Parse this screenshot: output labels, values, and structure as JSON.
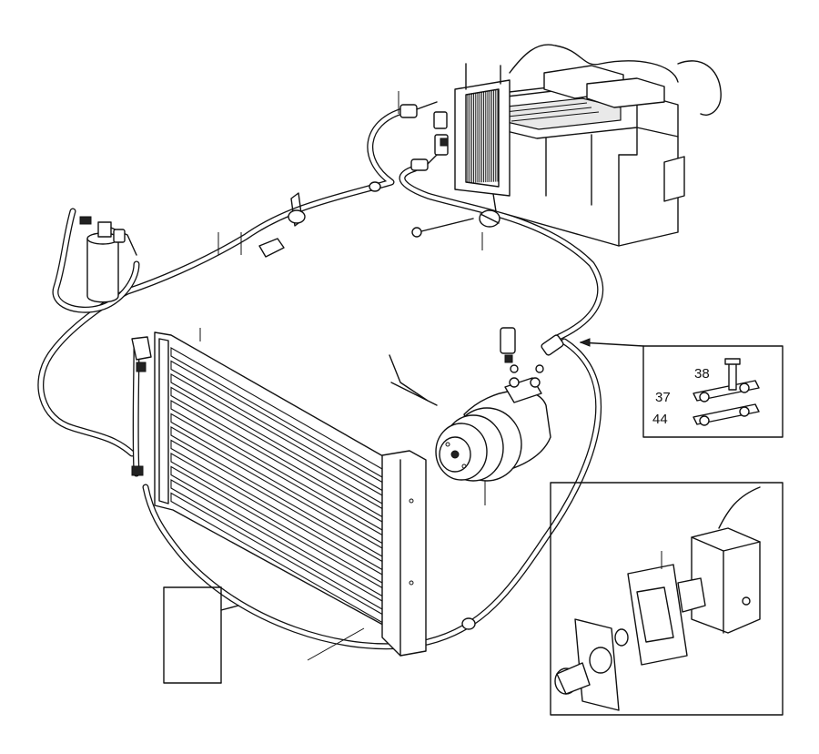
{
  "callouts": [
    {
      "id": "part-label-38",
      "text": "38"
    },
    {
      "id": "part-label-37",
      "text": "37"
    },
    {
      "id": "part-label-44",
      "text": "44"
    }
  ],
  "colors": {
    "ink": "#111111",
    "paper": "#ffffff",
    "shade": "#e9e9e9"
  }
}
